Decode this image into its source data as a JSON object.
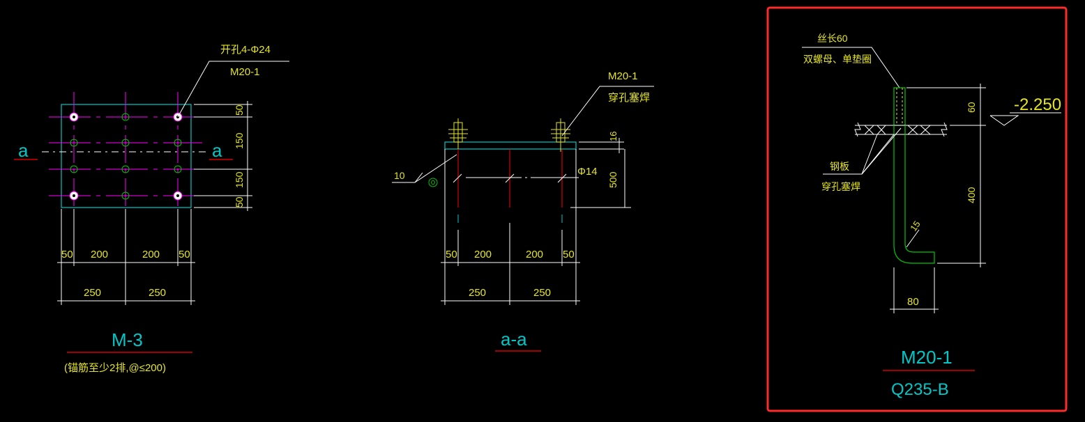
{
  "colors": {
    "background": "#000000",
    "yellow": "#e6e61e",
    "white": "#ffffff",
    "magenta": "#ff00ff",
    "cyan": "#00c8c8",
    "red": "#ff0000",
    "green": "#00c800",
    "highlight": "#ff2a2a"
  },
  "plate_view": {
    "leader_top": "开孔4-Φ24",
    "leader_bottom": "M20-1",
    "section_mark": "a",
    "right_dims": [
      "50",
      "150",
      "150",
      "50"
    ],
    "bottom_dims": [
      "50",
      "200",
      "200",
      "50"
    ],
    "bottom_totals": [
      "250",
      "250"
    ],
    "title": "M-3",
    "note": "(锚筋至少2排,@≤200)"
  },
  "section_view": {
    "leader_top": "M20-1",
    "leader_bottom": "穿孔塞焊",
    "weld_size": "10",
    "plate_thickness": "16",
    "bar_diameter": "Φ14",
    "bar_length": "500",
    "bottom_dims": [
      "50",
      "200",
      "200",
      "50"
    ],
    "bottom_totals": [
      "250",
      "250"
    ],
    "title": "a-a"
  },
  "bolt_view": {
    "leader_top": "丝长60",
    "leader_bottom": "双螺母、单垫圈",
    "plate_label": "钢板",
    "weld_label": "穿孔塞焊",
    "dim_thread": "60",
    "dim_length": "400",
    "dim_hook": "80",
    "dim_radius": "15",
    "elevation": "-2.250",
    "title": "M20-1",
    "material": "Q235-B"
  }
}
